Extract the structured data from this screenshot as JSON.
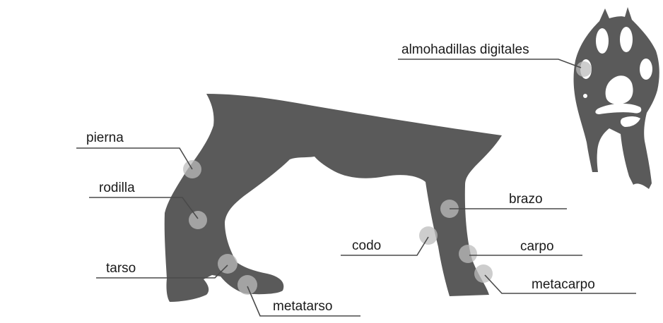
{
  "labels": {
    "almohadillas": "almohadillas digitales",
    "pierna": "pierna",
    "rodilla": "rodilla",
    "tarso": "tarso",
    "metatarso": "metatarso",
    "codo": "codo",
    "brazo": "brazo",
    "carpo": "carpo",
    "metacarpo": "metacarpo"
  },
  "colors": {
    "silhouette": "#5a5a5a",
    "leader_line": "#4a4a4a",
    "hotspot": "#bcbcbc",
    "text": "#1a1a1a"
  }
}
